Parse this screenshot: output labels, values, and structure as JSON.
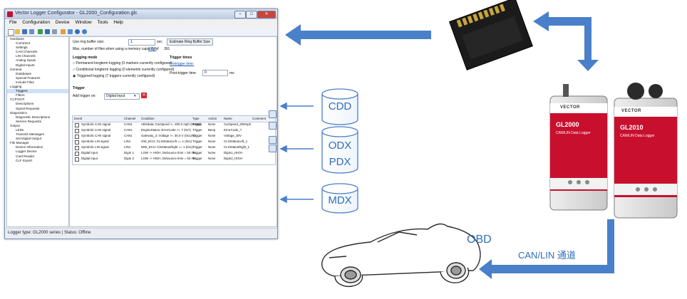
{
  "app": {
    "title": "Vector Logger Configurator - GL2000_Configuration.glc",
    "menu": [
      "File",
      "Configuration",
      "Device",
      "Window",
      "Tools",
      "Help"
    ],
    "tree": [
      {
        "label": "Hardware",
        "level": 0
      },
      {
        "label": "Comment",
        "level": 1
      },
      {
        "label": "Settings",
        "level": 1
      },
      {
        "label": "CAN Channels",
        "level": 1
      },
      {
        "label": "LIN Channels",
        "level": 1
      },
      {
        "label": "Analog Inputs",
        "level": 1
      },
      {
        "label": "Digital Inputs",
        "level": 1
      },
      {
        "label": "General",
        "level": 0
      },
      {
        "label": "Databases",
        "level": 1
      },
      {
        "label": "Special Features",
        "level": 1
      },
      {
        "label": "Include Files",
        "level": 1
      },
      {
        "label": "Logging",
        "level": 0
      },
      {
        "label": "Triggers",
        "level": 1
      },
      {
        "label": "Filters",
        "level": 1
      },
      {
        "label": "CCP/XCP",
        "level": 0
      },
      {
        "label": "Descriptions",
        "level": 1
      },
      {
        "label": "Signal Requests",
        "level": 1
      },
      {
        "label": "Diagnostics",
        "level": 0
      },
      {
        "label": "Diagnostic Descriptions",
        "level": 1
      },
      {
        "label": "Service Requests",
        "level": 1
      },
      {
        "label": "Output",
        "level": 0
      },
      {
        "label": "LEDs",
        "level": 1
      },
      {
        "label": "Transmit Messages",
        "level": 1
      },
      {
        "label": "Set Digital Output",
        "level": 1
      },
      {
        "label": "File Manager",
        "level": 0
      },
      {
        "label": "Device Information",
        "level": 1
      },
      {
        "label": "Logger Device",
        "level": 1
      },
      {
        "label": "Card Reader",
        "level": 1
      },
      {
        "label": "CLF Export",
        "level": 1
      }
    ],
    "panel": {
      "ring_buffer_label": "Use ring buffer size:",
      "ring_buffer_value": "1",
      "ring_buffer_unit": "sec",
      "estimate_button": "Estimate Ring Buffer Size",
      "max_files_label": "Max. number of files when using a memory capacity of",
      "max_files_capacity": "2 GB",
      "max_files_value": "391",
      "logging_mode_heading": "Logging mode",
      "modes": [
        "Permanent longterm logging (0 markers currently configured)",
        "Conditional longterm logging (0 elements currently configured)",
        "Triggered logging (7 triggers currently configured)"
      ],
      "trigger_times_heading": "Trigger times",
      "pretrigger_label": "Pretrigger time:",
      "posttrigger_label": "Post-trigger time:",
      "posttrigger_value": "0",
      "posttrigger_unit": "ms",
      "trigger_heading": "Trigger",
      "add_trigger_label": "Add trigger on:",
      "add_trigger_value": "Digital input",
      "columns": [
        "Event",
        "Channel",
        "Condition",
        "Type",
        "Action",
        "Name",
        "Comment"
      ],
      "rows": [
        [
          "Symbolic CAN signal",
          "CAN1",
          "ABSdata::CarSpeed >= 200.0 mph (0x190)",
          "Trigger",
          "None",
          "CarSpeed_200mph",
          ""
        ],
        [
          "Symbolic CAN signal",
          "CAN1",
          "EngineStatus::ErrorCode >= 7 (0x7)",
          "Trigger",
          "Beep",
          "ErrorCode_7",
          ""
        ],
        [
          "Symbolic CAN signal",
          "CAN1",
          "Gateway_2::Voltage >= 30.0 V (0x12C)",
          "Trigger",
          "None",
          "Voltage_30V",
          ""
        ],
        [
          "Symbolic LIN signal",
          "LIN1",
          "GW_ECU::CLSStatusLeft == 1 (0x1)",
          "Trigger",
          "None",
          "CLSStatusLeft_1",
          ""
        ],
        [
          "Symbolic LIN signal",
          "LIN1",
          "WW_ECU::ClsStatusRight == 1 (0x1)",
          "Trigger",
          "None",
          "CLSStatusRight_1",
          ""
        ],
        [
          "Digital input",
          "DigIn 1",
          "LOW -> HIGH, Debounce time = 50 ms",
          "Trigger",
          "None",
          "DigIn1_HIGH",
          ""
        ],
        [
          "Digital input",
          "DigIn 2",
          "LOW -> HIGH, Debounce time = 50 ms",
          "Trigger",
          "None",
          "DigIn2_HIGH",
          ""
        ]
      ]
    },
    "status": "Logger type: GL2000 series | Status: Offline"
  },
  "databases": [
    "CDD",
    "ODX",
    "PDX",
    "MDX"
  ],
  "devices": [
    {
      "brand": "VECTOR",
      "model": "GL2000",
      "subtitle": "CAN/LIN Data Logger"
    },
    {
      "brand": "VECTOR",
      "model": "GL2010",
      "subtitle": "CAN/LIN Data Logger"
    }
  ],
  "labels": {
    "obd": "OBD",
    "channel": "CAN/LIN 通道"
  },
  "colors": {
    "arrow": "#4a7fc9",
    "accent_red": "#c8102e",
    "text_blue": "#2f6eb8"
  }
}
